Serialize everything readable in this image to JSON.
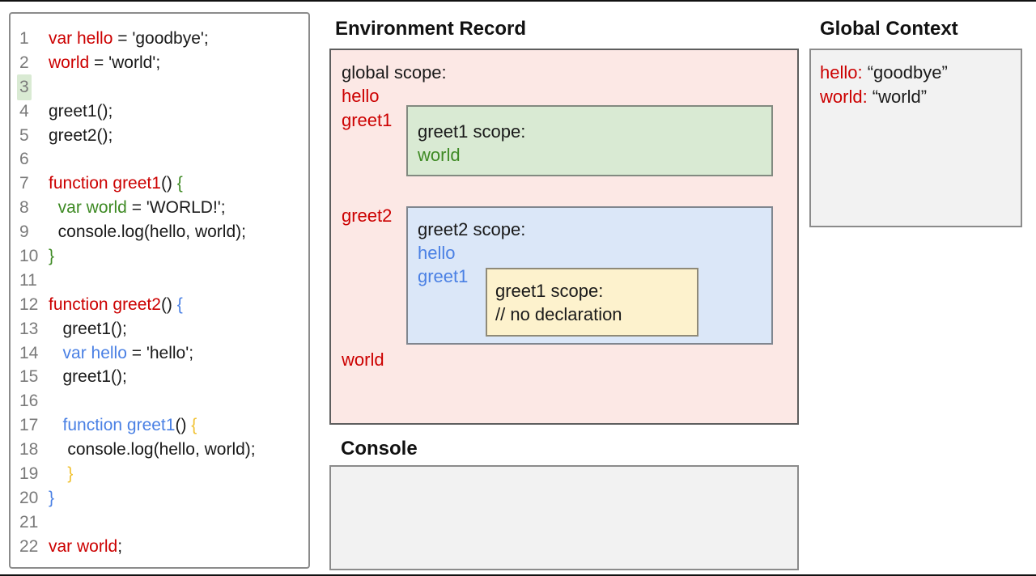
{
  "colors": {
    "black": "#1a1a1a",
    "red": "#cc0000",
    "green": "#3e8a24",
    "blue": "#4a80e4",
    "gold": "#f1c232",
    "line_number_gray": "#7a7a7a",
    "pink_fill": "#fce8e5",
    "green_fill": "#d9ead3",
    "blue_fill": "#dbe7f8",
    "yellow_fill": "#fdf2cd",
    "gray_fill": "#f2f2f2"
  },
  "code_panel": {
    "lines": [
      {
        "num": "1",
        "segments": [
          {
            "text": "var hello",
            "color": "red"
          },
          {
            "text": " = 'goodbye';",
            "color": "black"
          }
        ]
      },
      {
        "num": "2",
        "segments": [
          {
            "text": "world",
            "color": "red"
          },
          {
            "text": " = 'world';",
            "color": "black"
          }
        ]
      },
      {
        "num": "3",
        "highlight": true,
        "segments": []
      },
      {
        "num": "4",
        "segments": [
          {
            "text": "greet1();",
            "color": "black"
          }
        ]
      },
      {
        "num": "5",
        "segments": [
          {
            "text": "greet2();",
            "color": "black"
          }
        ]
      },
      {
        "num": "6",
        "segments": []
      },
      {
        "num": "7",
        "segments": [
          {
            "text": "function greet1",
            "color": "red"
          },
          {
            "text": "() ",
            "color": "black"
          },
          {
            "text": "{",
            "color": "green"
          }
        ]
      },
      {
        "num": "8",
        "segments": [
          {
            "text": "  var world",
            "color": "green"
          },
          {
            "text": " = 'WORLD!';",
            "color": "black"
          }
        ]
      },
      {
        "num": "9",
        "segments": [
          {
            "text": "  console.log(hello, world);",
            "color": "black"
          }
        ]
      },
      {
        "num": "10",
        "segments": [
          {
            "text": "}",
            "color": "green"
          }
        ]
      },
      {
        "num": "11",
        "segments": []
      },
      {
        "num": "12",
        "segments": [
          {
            "text": "function greet2",
            "color": "red"
          },
          {
            "text": "() ",
            "color": "black"
          },
          {
            "text": "{",
            "color": "blue"
          }
        ]
      },
      {
        "num": "13",
        "segments": [
          {
            "text": "   greet1();",
            "color": "black"
          }
        ]
      },
      {
        "num": "14",
        "segments": [
          {
            "text": "   ",
            "color": "black"
          },
          {
            "text": "var hello",
            "color": "blue"
          },
          {
            "text": " = 'hello';",
            "color": "black"
          }
        ]
      },
      {
        "num": "15",
        "segments": [
          {
            "text": "   greet1();",
            "color": "black"
          }
        ]
      },
      {
        "num": "16",
        "segments": []
      },
      {
        "num": "17",
        "segments": [
          {
            "text": "   ",
            "color": "black"
          },
          {
            "text": "function greet1",
            "color": "blue"
          },
          {
            "text": "() ",
            "color": "black"
          },
          {
            "text": "{",
            "color": "gold"
          }
        ]
      },
      {
        "num": "18",
        "segments": [
          {
            "text": "    console.log(hello, world);",
            "color": "black"
          }
        ]
      },
      {
        "num": "19",
        "segments": [
          {
            "text": "    ",
            "color": "black"
          },
          {
            "text": "}",
            "color": "gold"
          }
        ]
      },
      {
        "num": "20",
        "segments": [
          {
            "text": "}",
            "color": "blue"
          }
        ]
      },
      {
        "num": "21",
        "segments": []
      },
      {
        "num": "22",
        "segments": [
          {
            "text": "var world",
            "color": "red"
          },
          {
            "text": ";",
            "color": "black"
          }
        ]
      }
    ]
  },
  "env": {
    "title": "Environment Record",
    "global_label": "global scope:",
    "g_hello": "hello",
    "g_greet1": "greet1",
    "g_greet2": "greet2",
    "g_world": "world",
    "greet1_box": {
      "label": "greet1 scope:",
      "b_world": "world"
    },
    "greet2_box": {
      "label": "greet2 scope:",
      "b_hello": "hello",
      "b_greet1": "greet1"
    },
    "inner_box": {
      "label": "greet1 scope:",
      "comment": "// no declaration"
    }
  },
  "global_context": {
    "title": "Global Context",
    "entries": [
      {
        "name": "hello:",
        "value": " “goodbye”"
      },
      {
        "name": "world:",
        "value": " “world”"
      }
    ]
  },
  "console": {
    "title": "Console",
    "content": ""
  }
}
